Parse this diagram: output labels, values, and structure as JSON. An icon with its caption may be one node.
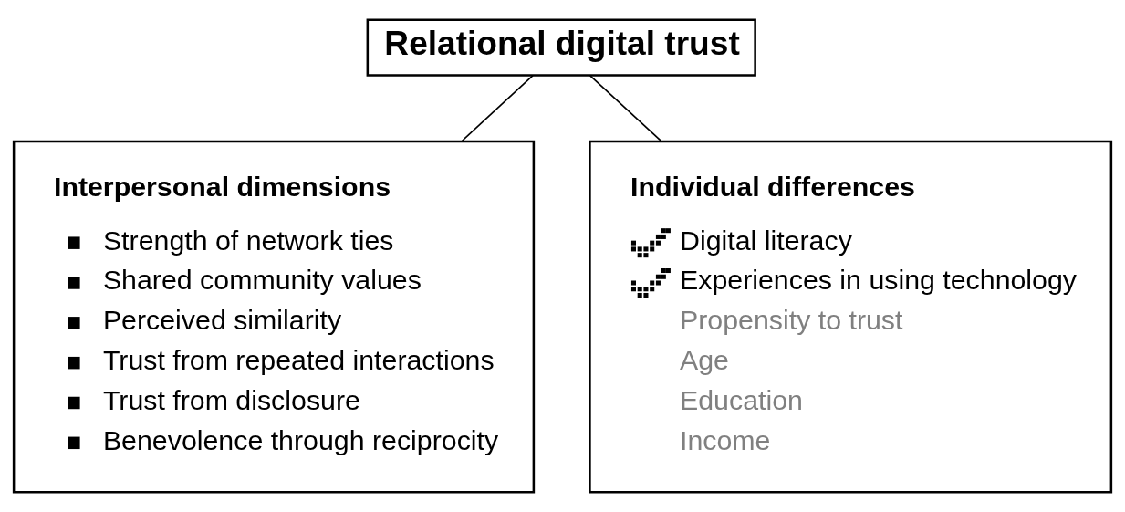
{
  "diagram": {
    "nodes": [
      {
        "text": [
          "Relational digital trust"
        ]
      },
      {
        "text": [
          "Interpersonal dimensions",
          "Strength of network ties",
          "Shared community values",
          "Perceived similarity",
          "Trust from repeated interactions",
          "Trust from disclosure",
          "Benevolence through reciprocity"
        ]
      },
      {
        "text": [
          "Individual differences",
          "Digital literacy",
          "Experiences in using technology",
          "Propensity to trust",
          "Age",
          "Education",
          "Income"
        ]
      }
    ],
    "edges": [
      {
        "from": 0,
        "to": 1,
        "arrow": "none"
      },
      {
        "from": 0,
        "to": 2,
        "arrow": "none"
      }
    ]
  }
}
